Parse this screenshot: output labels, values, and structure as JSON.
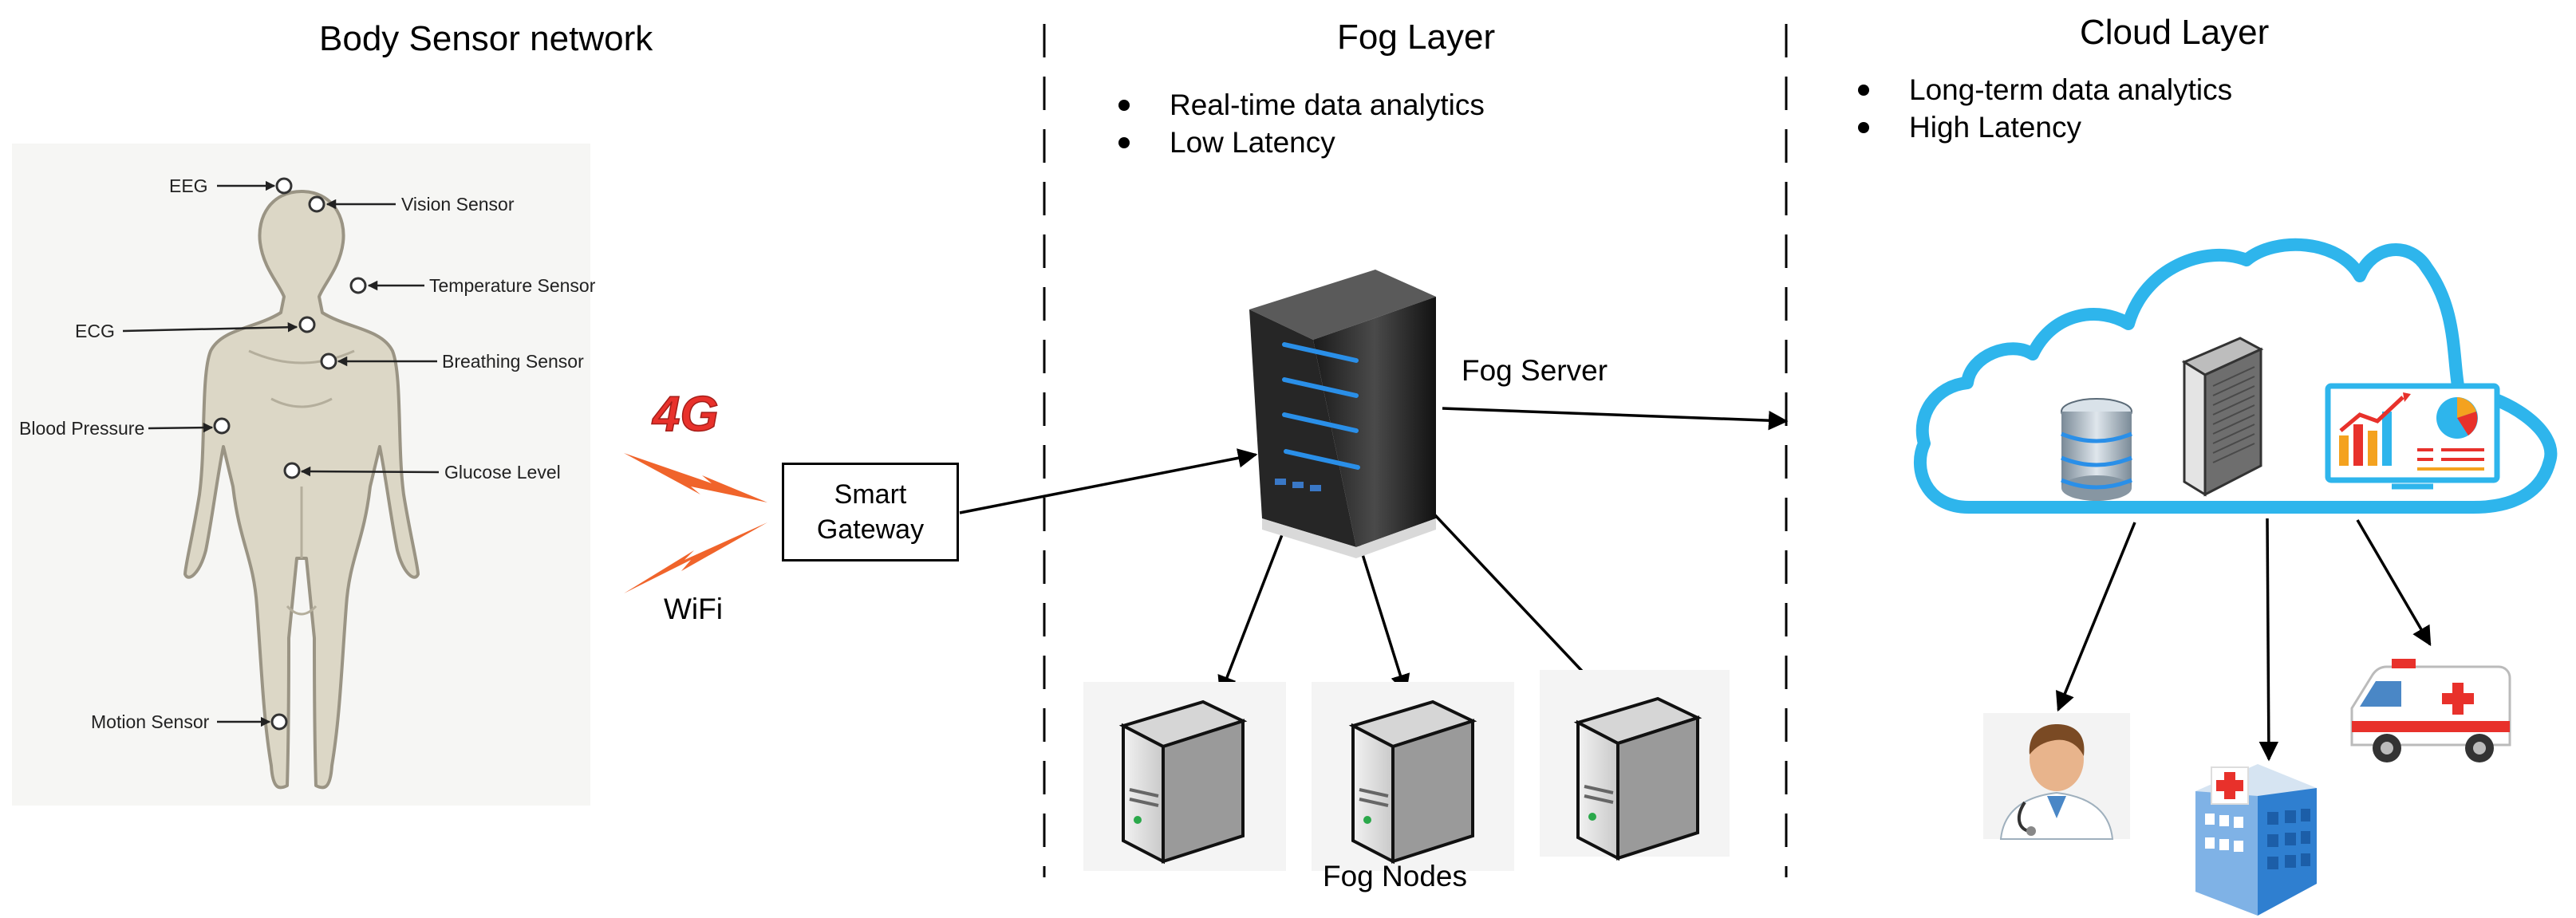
{
  "sections": {
    "body_title": "Body Sensor network",
    "fog_title": "Fog Layer",
    "cloud_title": "Cloud Layer"
  },
  "fog_bullets": [
    "Real-time data analytics",
    "Low Latency"
  ],
  "cloud_bullets": [
    "Long-term data analytics",
    "High Latency"
  ],
  "sensors": {
    "eeg": "EEG",
    "vision": "Vision Sensor",
    "temperature": "Temperature Sensor",
    "ecg": "ECG",
    "breathing": "Breathing Sensor",
    "blood_pressure": "Blood Pressure",
    "glucose": "Glucose Level",
    "motion": "Motion Sensor"
  },
  "network": {
    "badge_4g": "4G",
    "wifi": "WiFi"
  },
  "gateway": {
    "line1": "Smart",
    "line2": "Gateway"
  },
  "fog": {
    "server_label": "Fog Server",
    "nodes_label": "Fog Nodes"
  },
  "colors": {
    "body_fill": "#dcd7c6",
    "body_stroke": "#9a9484",
    "cloud_outline": "#2eb5ec",
    "server_blue": "#2a8fe8",
    "lightning": "#f0642b",
    "badge_4g": "#e8312b"
  },
  "icons": {
    "cloud_services": [
      "database-icon",
      "server-tower-icon",
      "analytics-dashboard-icon"
    ],
    "outputs": [
      "doctor-icon",
      "hospital-icon",
      "ambulance-icon"
    ]
  }
}
